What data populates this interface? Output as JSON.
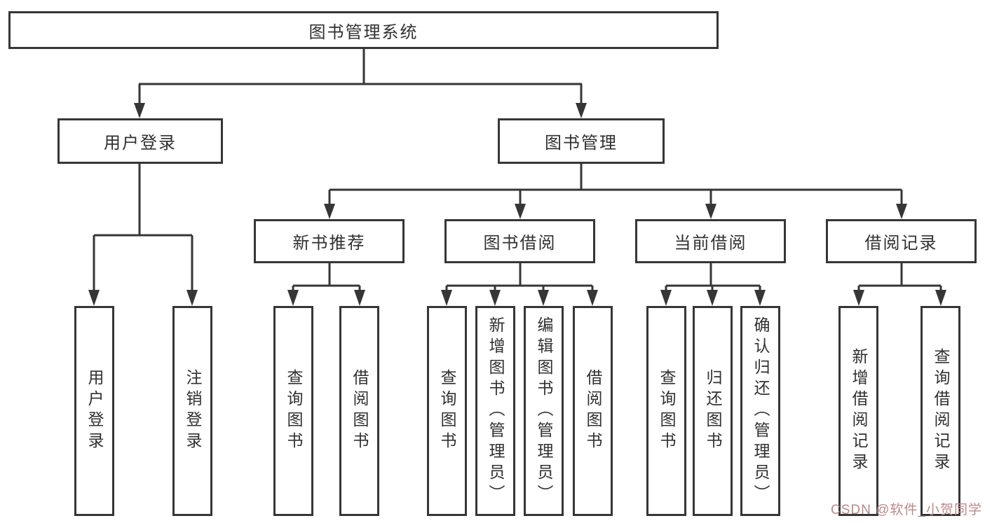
{
  "colors": {
    "background": "#ffffff",
    "line": "#363636",
    "box_border": "#363636",
    "text": "#303030",
    "watermark": "#bb8888"
  },
  "tree": {
    "root": "图书管理系统",
    "children": [
      {
        "label": "用户登录",
        "leaves": [
          "用户登录",
          "注销登录"
        ]
      },
      {
        "label": "图书管理",
        "children": [
          {
            "label": "新书推荐",
            "leaves": [
              "查询图书",
              "借阅图书"
            ]
          },
          {
            "label": "图书借阅",
            "leaves": [
              "查询图书",
              "新增图书（管理员）",
              "编辑图书（管理员）",
              "借阅图书"
            ]
          },
          {
            "label": "当前借阅",
            "leaves": [
              "查询图书",
              "归还图书",
              "确认归还（管理员）"
            ]
          },
          {
            "label": "借阅记录",
            "leaves": [
              "新增借阅记录",
              "查询借阅记录"
            ]
          }
        ]
      }
    ]
  },
  "watermark": {
    "text": "CSDN @软件_小贺同学"
  }
}
